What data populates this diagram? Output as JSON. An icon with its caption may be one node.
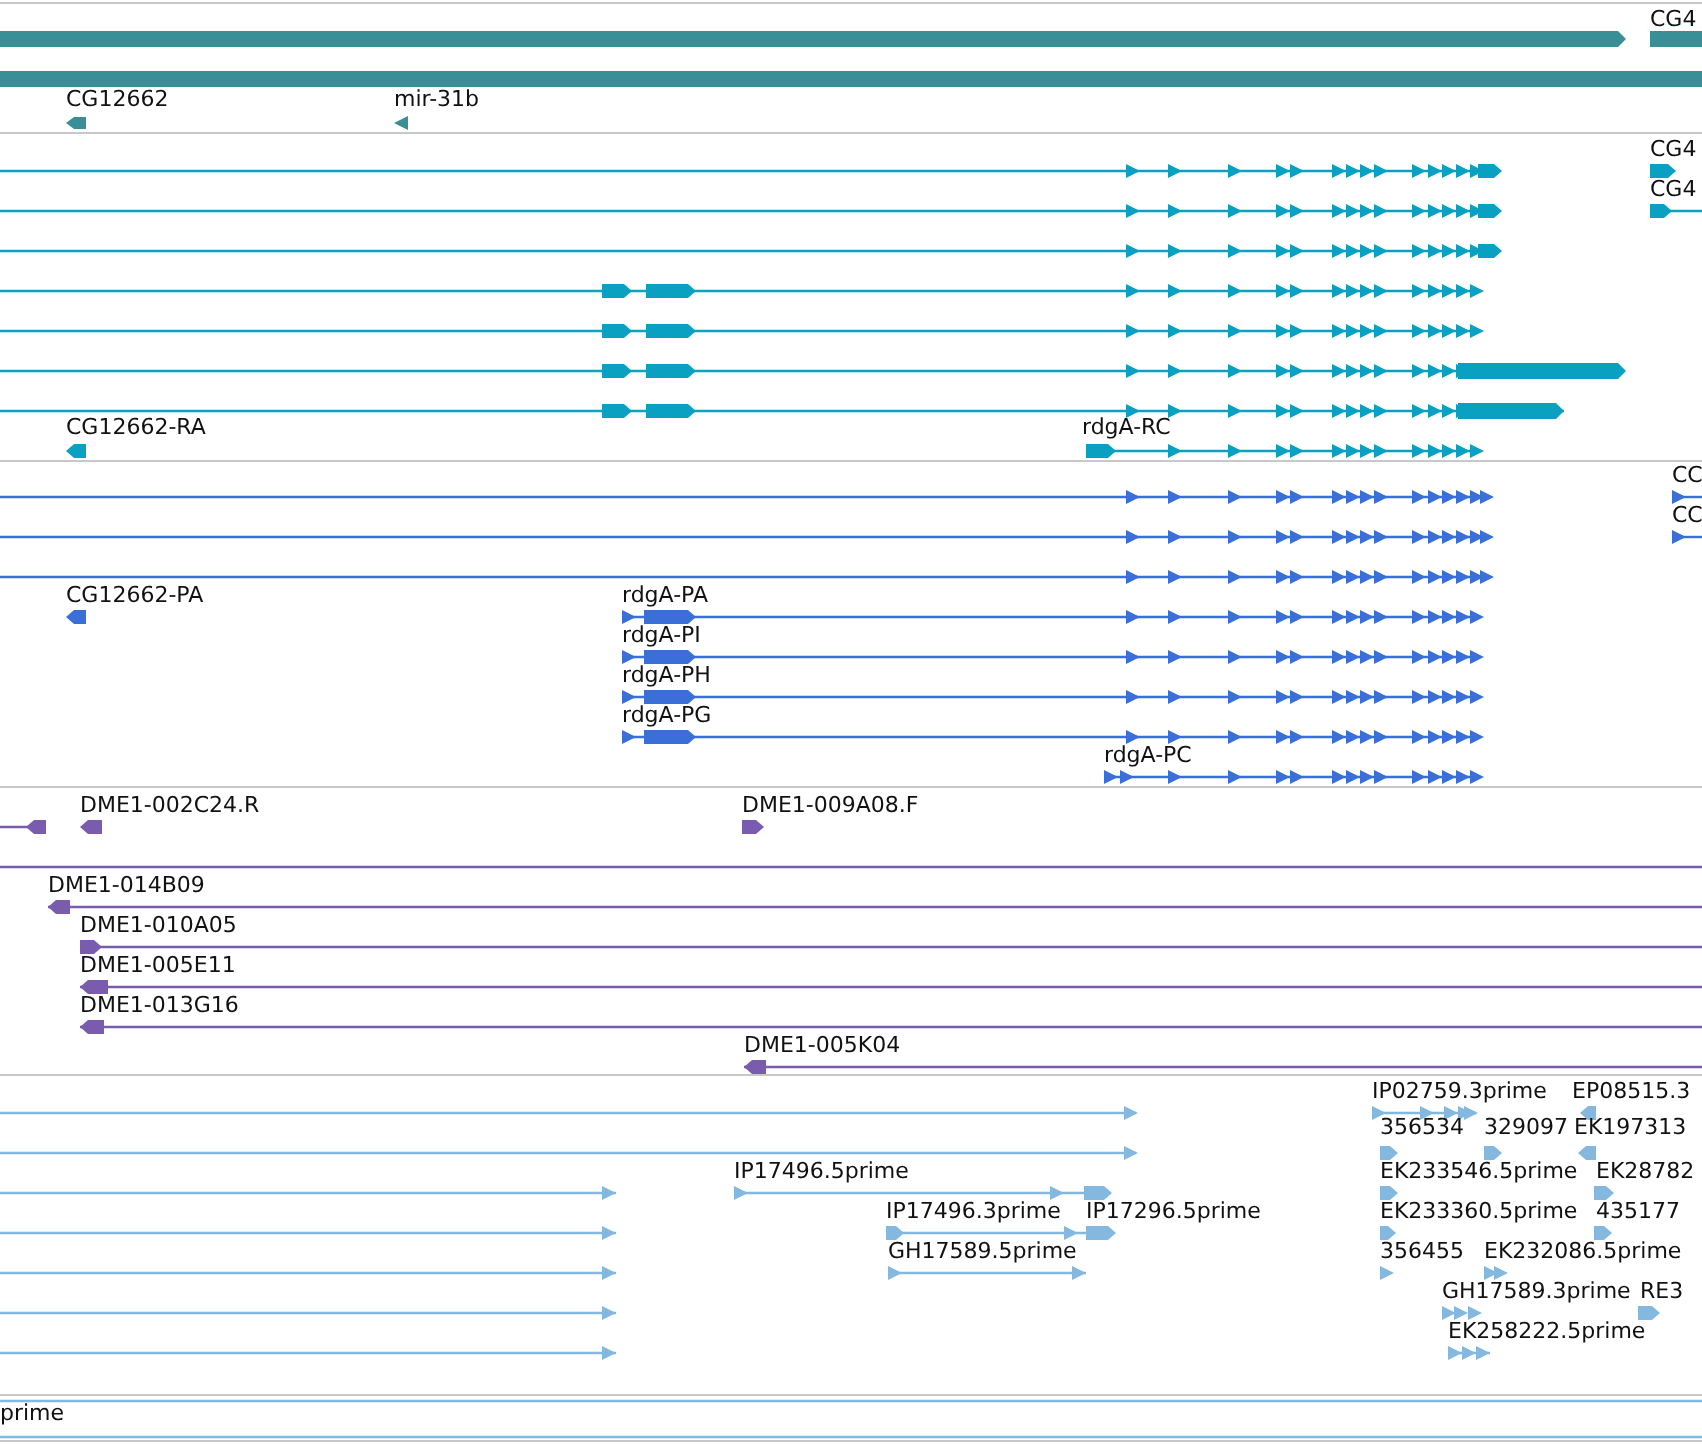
{
  "diagram": {
    "labels": [
      "CG4",
      "CG12662",
      "mir-31b",
      "CG4",
      "CG4",
      "CG12662-RA",
      "rdgA-RC",
      "CC",
      "CC",
      "CG12662-PA",
      "rdgA-PA",
      "rdgA-PI",
      "rdgA-PH",
      "rdgA-PG",
      "rdgA-PC",
      "DME1-002C24.R",
      "DME1-009A08.F",
      "DME1-014B09",
      "DME1-010A05",
      "DME1-005E11",
      "DME1-013G16",
      "DME1-005K04",
      "IP02759.3prime",
      "EP08515.3",
      "356534",
      "329097",
      "EK197313",
      "IP17496.5prime",
      "EK233546.5prime",
      "EK28782",
      "IP17496.3prime",
      "IP17296.5prime",
      "EK233360.5prime",
      "435177",
      "GH17589.5prime",
      "356455",
      "EK232086.5prime",
      "GH17589.3prime",
      "RE3",
      "EK258222.5prime",
      "prime"
    ]
  }
}
